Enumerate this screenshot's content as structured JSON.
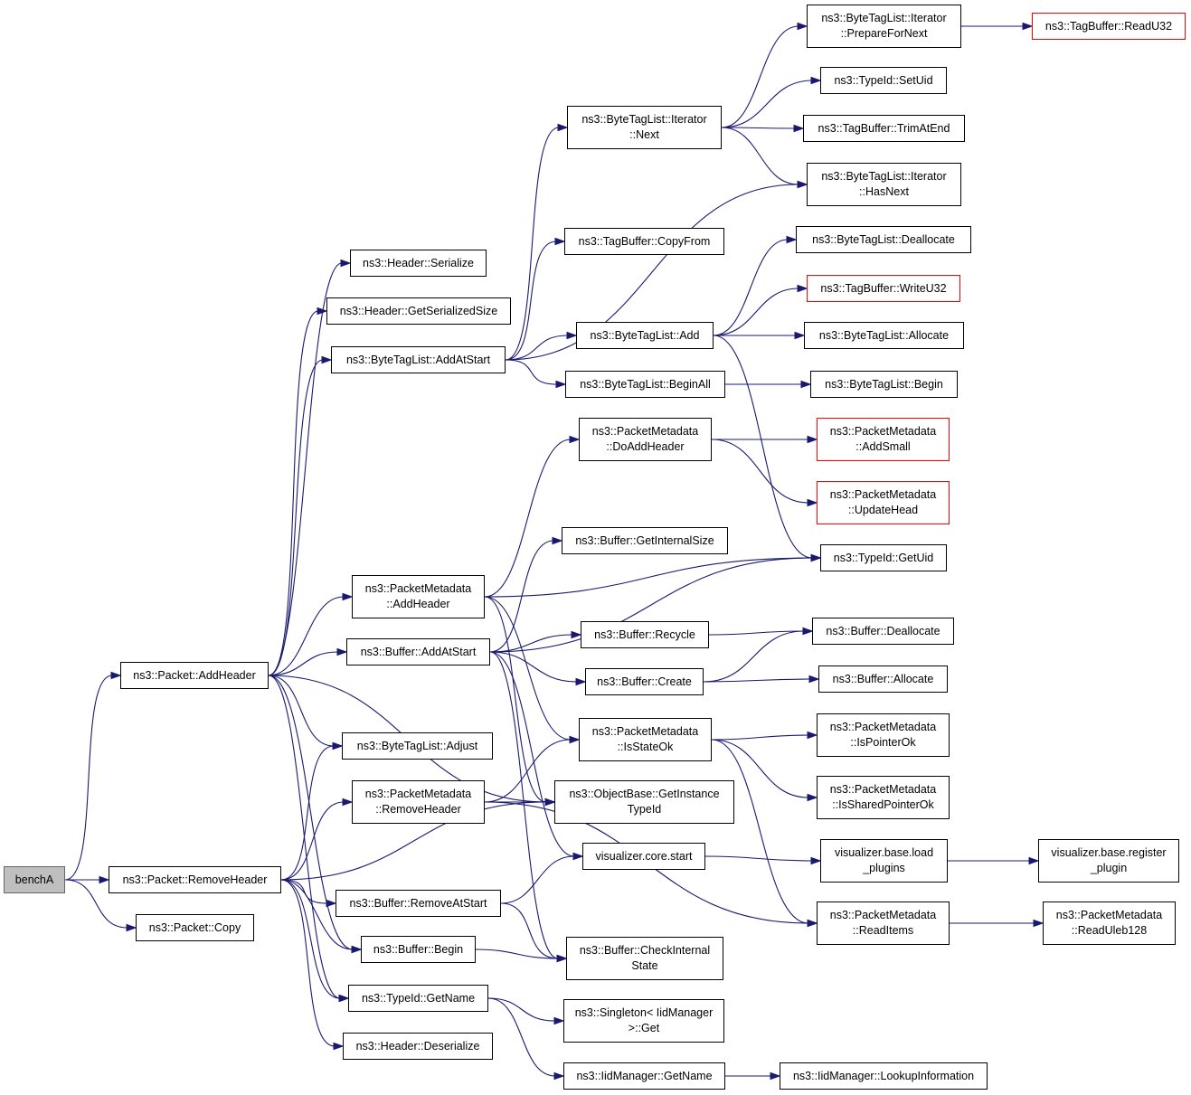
{
  "graph": {
    "nodes": {
      "benchA": {
        "lines": [
          "benchA"
        ],
        "kind": "root"
      },
      "pkt_addheader": {
        "lines": [
          "ns3::Packet::AddHeader"
        ]
      },
      "pkt_removeheader": {
        "lines": [
          "ns3::Packet::RemoveHeader"
        ]
      },
      "pkt_copy": {
        "lines": [
          "ns3::Packet::Copy"
        ]
      },
      "hdr_serialize": {
        "lines": [
          "ns3::Header::Serialize"
        ]
      },
      "hdr_getserializedsize": {
        "lines": [
          "ns3::Header::GetSerializedSize"
        ]
      },
      "btl_addatstart": {
        "lines": [
          "ns3::ByteTagList::AddAtStart"
        ]
      },
      "pm_addheader": {
        "lines": [
          "ns3::PacketMetadata",
          "::AddHeader"
        ]
      },
      "buf_addatstart": {
        "lines": [
          "ns3::Buffer::AddAtStart"
        ]
      },
      "btl_adjust": {
        "lines": [
          "ns3::ByteTagList::Adjust"
        ]
      },
      "pm_removeheader": {
        "lines": [
          "ns3::PacketMetadata",
          "::RemoveHeader"
        ]
      },
      "buf_removeatstart": {
        "lines": [
          "ns3::Buffer::RemoveAtStart"
        ]
      },
      "buf_begin": {
        "lines": [
          "ns3::Buffer::Begin"
        ]
      },
      "typeid_getname": {
        "lines": [
          "ns3::TypeId::GetName"
        ]
      },
      "hdr_deserialize": {
        "lines": [
          "ns3::Header::Deserialize"
        ]
      },
      "btl_it_next": {
        "lines": [
          "ns3::ByteTagList::Iterator",
          "::Next"
        ]
      },
      "tb_copyfrom": {
        "lines": [
          "ns3::TagBuffer::CopyFrom"
        ]
      },
      "btl_add": {
        "lines": [
          "ns3::ByteTagList::Add"
        ]
      },
      "btl_beginall": {
        "lines": [
          "ns3::ByteTagList::BeginAll"
        ]
      },
      "pm_doaddheader": {
        "lines": [
          "ns3::PacketMetadata",
          "::DoAddHeader"
        ]
      },
      "buf_getinternalsize": {
        "lines": [
          "ns3::Buffer::GetInternalSize"
        ]
      },
      "buf_recycle": {
        "lines": [
          "ns3::Buffer::Recycle"
        ]
      },
      "buf_create": {
        "lines": [
          "ns3::Buffer::Create"
        ]
      },
      "pm_isstateok": {
        "lines": [
          "ns3::PacketMetadata",
          "::IsStateOk"
        ]
      },
      "ob_getinstancetypeid": {
        "lines": [
          "ns3::ObjectBase::GetInstance",
          "TypeId"
        ]
      },
      "viz_core_start": {
        "lines": [
          "visualizer.core.start"
        ]
      },
      "buf_checkinternalstate": {
        "lines": [
          "ns3::Buffer::CheckInternal",
          "State"
        ]
      },
      "singleton_get": {
        "lines": [
          "ns3::Singleton< IidManager",
          ">::Get"
        ]
      },
      "iid_getname": {
        "lines": [
          "ns3::IidManager::GetName"
        ]
      },
      "btl_it_preparefornext": {
        "lines": [
          "ns3::ByteTagList::Iterator",
          "::PrepareForNext"
        ]
      },
      "typeid_setuid": {
        "lines": [
          "ns3::TypeId::SetUid"
        ]
      },
      "tb_trimatend": {
        "lines": [
          "ns3::TagBuffer::TrimAtEnd"
        ]
      },
      "btl_it_hasnext": {
        "lines": [
          "ns3::ByteTagList::Iterator",
          "::HasNext"
        ]
      },
      "btl_deallocate": {
        "lines": [
          "ns3::ByteTagList::Deallocate"
        ]
      },
      "tb_writeu32": {
        "lines": [
          "ns3::TagBuffer::WriteU32"
        ],
        "kind": "ext"
      },
      "btl_allocate": {
        "lines": [
          "ns3::ByteTagList::Allocate"
        ]
      },
      "btl_begin": {
        "lines": [
          "ns3::ByteTagList::Begin"
        ]
      },
      "pm_addsmall": {
        "lines": [
          "ns3::PacketMetadata",
          "::AddSmall"
        ],
        "kind": "ext"
      },
      "pm_updatehead": {
        "lines": [
          "ns3::PacketMetadata",
          "::UpdateHead"
        ],
        "kind": "ext"
      },
      "typeid_getuid": {
        "lines": [
          "ns3::TypeId::GetUid"
        ]
      },
      "buf_deallocate": {
        "lines": [
          "ns3::Buffer::Deallocate"
        ]
      },
      "buf_allocate": {
        "lines": [
          "ns3::Buffer::Allocate"
        ]
      },
      "pm_ispointerok": {
        "lines": [
          "ns3::PacketMetadata",
          "::IsPointerOk"
        ]
      },
      "pm_issharedpointerok": {
        "lines": [
          "ns3::PacketMetadata",
          "::IsSharedPointerOk"
        ]
      },
      "viz_base_loadplugins": {
        "lines": [
          "visualizer.base.load",
          "_plugins"
        ]
      },
      "pm_readitems": {
        "lines": [
          "ns3::PacketMetadata",
          "::ReadItems"
        ]
      },
      "iid_lookupinformation": {
        "lines": [
          "ns3::IidManager::LookupInformation"
        ]
      },
      "tb_readu32": {
        "lines": [
          "ns3::TagBuffer::ReadU32"
        ],
        "kind": "ext"
      },
      "viz_base_registerplugin": {
        "lines": [
          "visualizer.base.register",
          "_plugin"
        ]
      },
      "pm_readuleb128": {
        "lines": [
          "ns3::PacketMetadata",
          "::ReadUleb128"
        ]
      }
    },
    "edges": [
      [
        "benchA",
        "pkt_addheader"
      ],
      [
        "benchA",
        "pkt_removeheader"
      ],
      [
        "benchA",
        "pkt_copy"
      ],
      [
        "pkt_addheader",
        "hdr_serialize"
      ],
      [
        "pkt_addheader",
        "hdr_getserializedsize"
      ],
      [
        "pkt_addheader",
        "btl_addatstart"
      ],
      [
        "pkt_addheader",
        "pm_addheader"
      ],
      [
        "pkt_addheader",
        "buf_addatstart"
      ],
      [
        "pkt_addheader",
        "btl_adjust"
      ],
      [
        "pkt_addheader",
        "ob_getinstancetypeid"
      ],
      [
        "pkt_addheader",
        "buf_begin"
      ],
      [
        "pkt_addheader",
        "typeid_getname"
      ],
      [
        "pkt_removeheader",
        "btl_adjust"
      ],
      [
        "pkt_removeheader",
        "pm_removeheader"
      ],
      [
        "pkt_removeheader",
        "ob_getinstancetypeid"
      ],
      [
        "pkt_removeheader",
        "buf_removeatstart"
      ],
      [
        "pkt_removeheader",
        "buf_begin"
      ],
      [
        "pkt_removeheader",
        "typeid_getname"
      ],
      [
        "pkt_removeheader",
        "hdr_deserialize"
      ],
      [
        "btl_addatstart",
        "btl_it_next"
      ],
      [
        "btl_addatstart",
        "tb_copyfrom"
      ],
      [
        "btl_addatstart",
        "btl_add"
      ],
      [
        "btl_addatstart",
        "btl_beginall"
      ],
      [
        "btl_addatstart",
        "btl_it_hasnext"
      ],
      [
        "pm_addheader",
        "pm_doaddheader"
      ],
      [
        "pm_addheader",
        "typeid_getuid"
      ],
      [
        "pm_addheader",
        "pm_isstateok"
      ],
      [
        "pm_addheader",
        "ob_getinstancetypeid"
      ],
      [
        "buf_addatstart",
        "buf_getinternalsize"
      ],
      [
        "buf_addatstart",
        "buf_recycle"
      ],
      [
        "buf_addatstart",
        "buf_create"
      ],
      [
        "buf_addatstart",
        "viz_core_start"
      ],
      [
        "buf_addatstart",
        "buf_checkinternalstate"
      ],
      [
        "buf_addatstart",
        "typeid_getuid"
      ],
      [
        "pm_removeheader",
        "pm_isstateok"
      ],
      [
        "pm_removeheader",
        "ob_getinstancetypeid"
      ],
      [
        "pm_removeheader",
        "pm_readitems"
      ],
      [
        "buf_removeatstart",
        "viz_core_start"
      ],
      [
        "buf_removeatstart",
        "buf_checkinternalstate"
      ],
      [
        "buf_begin",
        "buf_checkinternalstate"
      ],
      [
        "typeid_getname",
        "singleton_get"
      ],
      [
        "typeid_getname",
        "iid_getname"
      ],
      [
        "iid_getname",
        "iid_lookupinformation"
      ],
      [
        "btl_it_next",
        "btl_it_preparefornext"
      ],
      [
        "btl_it_next",
        "typeid_setuid"
      ],
      [
        "btl_it_next",
        "tb_trimatend"
      ],
      [
        "btl_it_next",
        "btl_it_hasnext"
      ],
      [
        "btl_it_preparefornext",
        "tb_readu32"
      ],
      [
        "btl_add",
        "btl_deallocate"
      ],
      [
        "btl_add",
        "tb_writeu32"
      ],
      [
        "btl_add",
        "btl_allocate"
      ],
      [
        "btl_add",
        "typeid_getuid"
      ],
      [
        "btl_beginall",
        "btl_begin"
      ],
      [
        "pm_doaddheader",
        "pm_addsmall"
      ],
      [
        "pm_doaddheader",
        "pm_updatehead"
      ],
      [
        "buf_recycle",
        "buf_deallocate"
      ],
      [
        "buf_create",
        "buf_deallocate"
      ],
      [
        "buf_create",
        "buf_allocate"
      ],
      [
        "pm_isstateok",
        "pm_ispointerok"
      ],
      [
        "pm_isstateok",
        "pm_issharedpointerok"
      ],
      [
        "pm_isstateok",
        "pm_readitems"
      ],
      [
        "viz_core_start",
        "viz_base_loadplugins"
      ],
      [
        "viz_base_loadplugins",
        "viz_base_registerplugin"
      ],
      [
        "pm_readitems",
        "pm_readuleb128"
      ]
    ]
  }
}
